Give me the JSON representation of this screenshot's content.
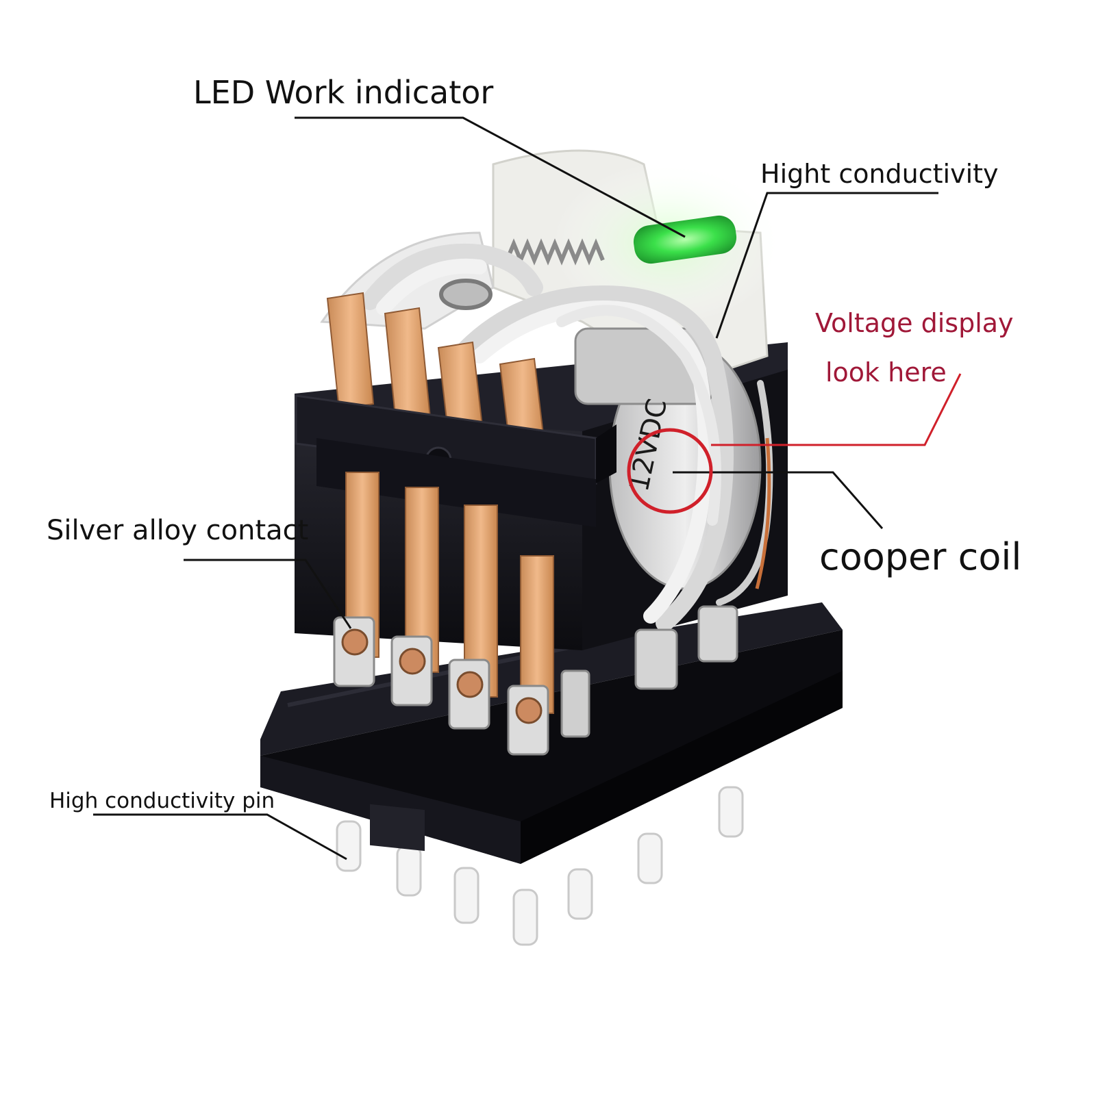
{
  "labels": {
    "led": "LED Work indicator",
    "hight_conductivity": "Hight conductivity",
    "voltage_line1": "Voltage display",
    "voltage_line2": "look here",
    "silver_contact": "Silver alloy contact",
    "copper_coil": "cooper coil",
    "pin": "High conductivity pin"
  },
  "coil_text": "12VDC",
  "colors": {
    "background": "#ffffff",
    "label_text": "#111111",
    "voltage_callout": "#a01838",
    "callout_circle": "#d0202a",
    "led_green": "#3be04a",
    "relay_body": "#15151c",
    "copper_terminal": "#e2a06a",
    "white_housing": "#eeeeea",
    "copper_coil": "#c8703a"
  }
}
